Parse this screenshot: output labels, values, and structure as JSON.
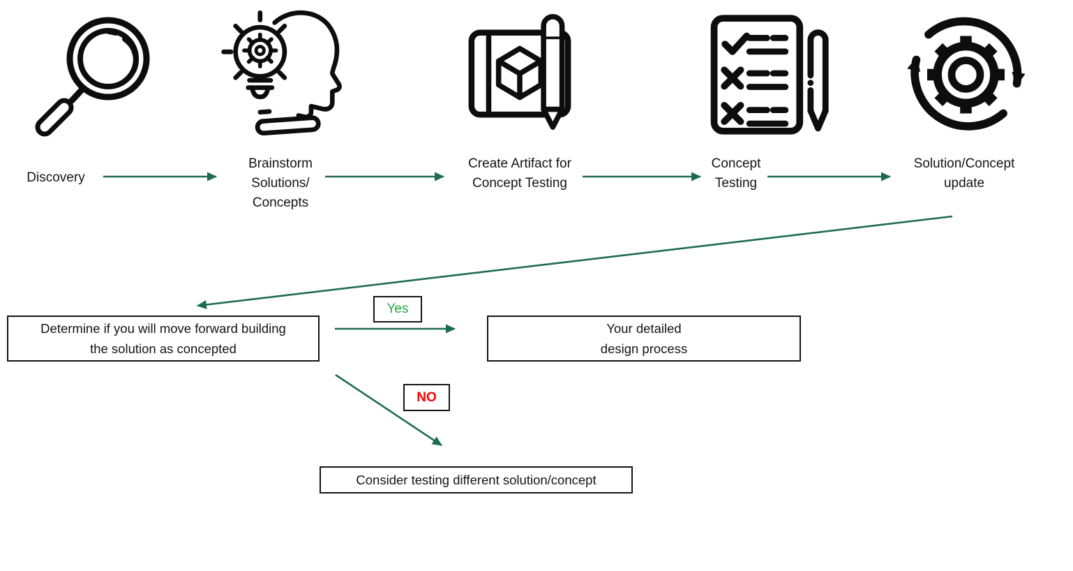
{
  "colors": {
    "arrow": "#1E6B4F",
    "yes_text": "#1FA83C",
    "no_text": "#FF0000",
    "ink": "#0D0D0D"
  },
  "stages": [
    {
      "id": "discovery",
      "label": "Discovery",
      "icon": "magnifier-icon"
    },
    {
      "id": "brainstorm",
      "label": "Brainstorm\nSolutions/\nConcepts",
      "icon": "brainstorm-head-icon"
    },
    {
      "id": "create-artifact",
      "label": "Create Artifact for\nConcept Testing",
      "icon": "blueprint-cube-pencil-icon"
    },
    {
      "id": "concept-testing",
      "label": "Concept\nTesting",
      "icon": "checklist-pen-icon"
    },
    {
      "id": "solution-update",
      "label": "Solution/Concept\nupdate",
      "icon": "gear-cycle-icon"
    }
  ],
  "decision": {
    "label": "Determine if you will move forward building\nthe solution as concepted"
  },
  "yes_tag": {
    "label": "Yes"
  },
  "no_tag": {
    "label": "NO"
  },
  "outcome_yes": {
    "label": "Your detailed\ndesign process"
  },
  "outcome_no": {
    "label": "Consider testing different solution/concept"
  }
}
